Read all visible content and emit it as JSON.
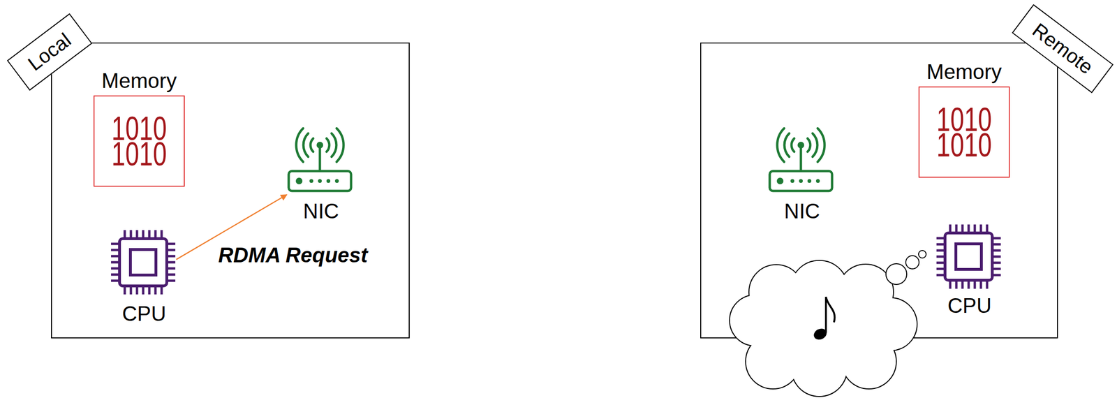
{
  "diagram": {
    "nodes": [
      {
        "text": [
          "Local"
        ]
      },
      {
        "text": [
          "Memory",
          "1010 1010"
        ],
        "in": 0
      },
      {
        "text": [
          "NIC"
        ],
        "in": 0
      },
      {
        "text": [
          "CPU"
        ],
        "in": 0
      },
      {
        "text": [
          "Remote"
        ]
      },
      {
        "text": [
          "Memory",
          "1010 1010"
        ],
        "in": 4
      },
      {
        "text": [
          "NIC"
        ],
        "in": 4
      },
      {
        "text": [
          "CPU"
        ],
        "in": 4
      }
    ],
    "edges": [
      {
        "from": 3,
        "to": 2,
        "arrow": "to",
        "label": "RDMA Request"
      }
    ]
  }
}
